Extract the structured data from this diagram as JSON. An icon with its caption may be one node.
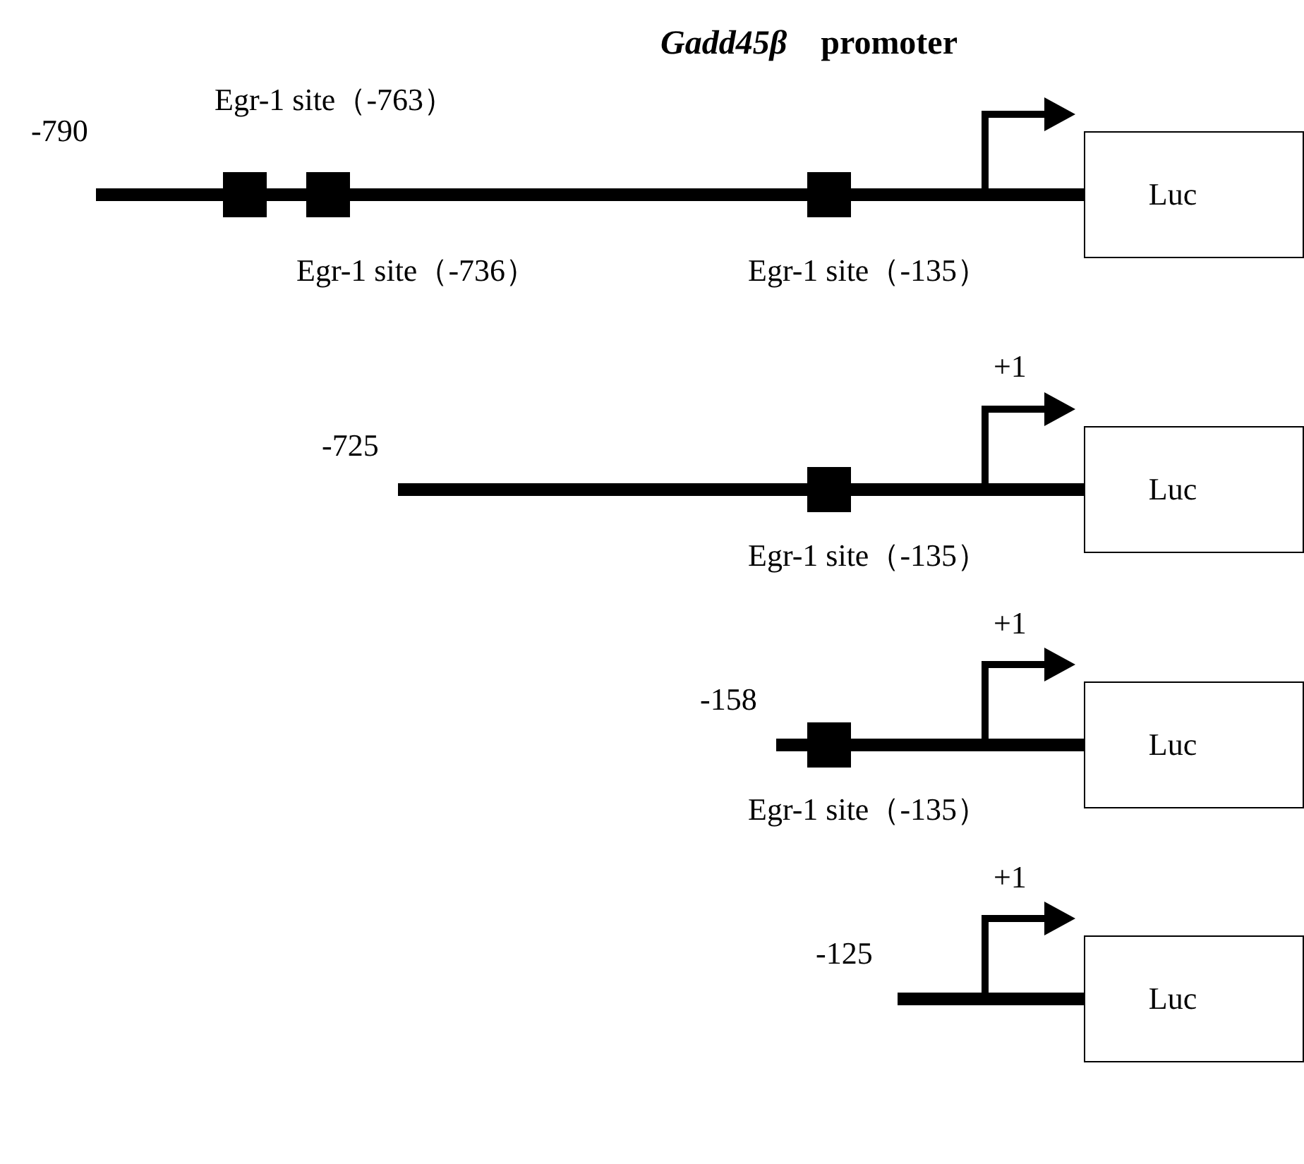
{
  "diagram": {
    "title": "*Gadd45β*    promoter",
    "nodes": [
      {
        "text": [
          "Luc"
        ]
      },
      {
        "text": [
          "Luc"
        ]
      },
      {
        "text": [
          "Luc"
        ]
      },
      {
        "text": [
          "Luc"
        ]
      }
    ],
    "edges": [
      {
        "from": null,
        "to": 0,
        "arrow": "none"
      },
      {
        "from": null,
        "to": 1,
        "arrow": "none"
      },
      {
        "from": null,
        "to": 2,
        "arrow": "none"
      },
      {
        "from": null,
        "to": 3,
        "arrow": "none"
      }
    ],
    "labels": [
      "Egr-1 site（-763）",
      "-790",
      "Egr-1 site（-736）",
      "Egr-1 site（-135）",
      "+1",
      "-725",
      "Egr-1 site（-135）",
      "+1",
      "-158",
      "Egr-1 site（-135）",
      "+1",
      "-125"
    ]
  }
}
